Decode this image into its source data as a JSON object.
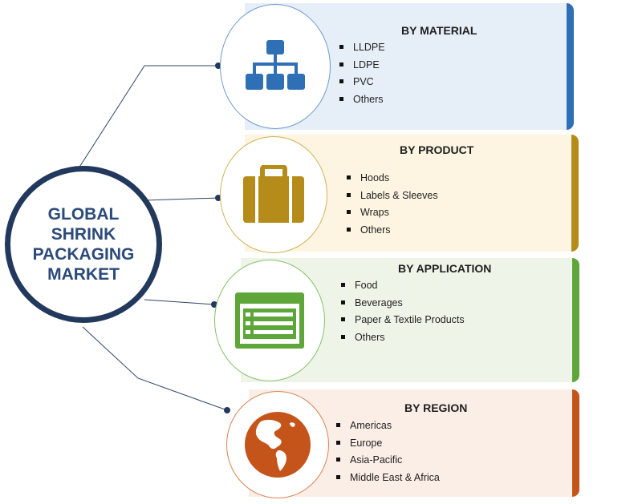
{
  "hub": {
    "lines": [
      "GLOBAL",
      "SHRINK",
      "PACKAGING",
      "MARKET"
    ]
  },
  "segments": [
    {
      "title": "BY MATERIAL",
      "icon": "hierarchy-icon",
      "color": "#2f6fb5",
      "items": [
        "LLDPE",
        "LDPE",
        "PVC",
        "Others"
      ]
    },
    {
      "title": "BY PRODUCT",
      "icon": "suitcase-icon",
      "color": "#b58c19",
      "items": [
        "Hoods",
        "Labels & Sleeves",
        "Wraps",
        "Others"
      ]
    },
    {
      "title": "BY APPLICATION",
      "icon": "form-list-icon",
      "color": "#5ea63a",
      "items": [
        "Food",
        "Beverages",
        "Paper & Textile Products",
        "Others"
      ]
    },
    {
      "title": "BY REGION",
      "icon": "globe-icon",
      "color": "#c4541a",
      "items": [
        "Americas",
        "Europe",
        "Asia-Pacific",
        "Middle East & Africa"
      ]
    }
  ]
}
